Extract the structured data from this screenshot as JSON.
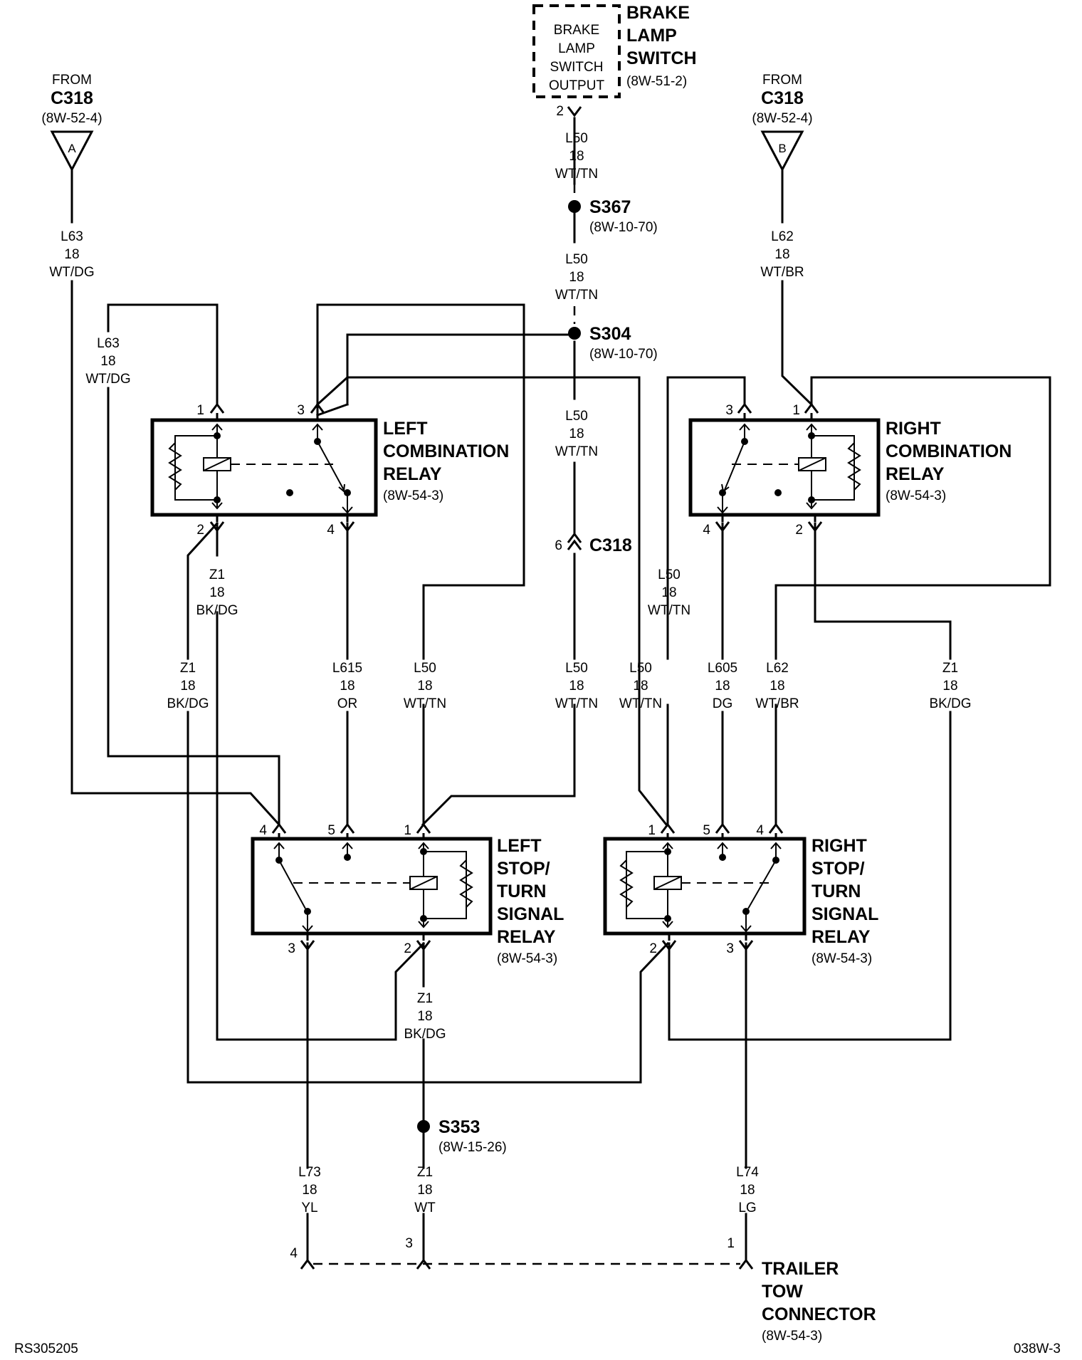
{
  "brake_switch": {
    "box_lines": [
      "BRAKE",
      "LAMP",
      "SWITCH",
      "OUTPUT"
    ],
    "title_lines": [
      "BRAKE",
      "LAMP",
      "SWITCH"
    ],
    "ref": "(8W-51-2)",
    "pin": "2"
  },
  "from_left": {
    "from": "FROM",
    "conn": "C318",
    "ref": "(8W-52-4)",
    "letter": "A"
  },
  "from_right": {
    "from": "FROM",
    "conn": "C318",
    "ref": "(8W-52-4)",
    "letter": "B"
  },
  "splices": {
    "s367": {
      "name": "S367",
      "ref": "(8W-10-70)"
    },
    "s304": {
      "name": "S304",
      "ref": "(8W-10-70)"
    },
    "s353": {
      "name": "S353",
      "ref": "(8W-15-26)"
    }
  },
  "c318": {
    "name": "C318",
    "pin": "6"
  },
  "wires": {
    "l50_a": [
      "L50",
      "18",
      "WT/TN"
    ],
    "l50_b": [
      "L50",
      "18",
      "WT/TN"
    ],
    "l50_c": [
      "L50",
      "18",
      "WT/TN"
    ],
    "l50_d": [
      "L50",
      "18",
      "WT/TN"
    ],
    "l50_e": [
      "L50",
      "18",
      "WT/TN"
    ],
    "l50_f": [
      "L50",
      "18",
      "WT/TN"
    ],
    "l50_g": [
      "L50",
      "18",
      "WT/TN"
    ],
    "l63_a": [
      "L63",
      "18",
      "WT/DG"
    ],
    "l63_b": [
      "L63",
      "18",
      "WT/DG"
    ],
    "l62_a": [
      "L62",
      "18",
      "WT/BR"
    ],
    "l62_b": [
      "L62",
      "18",
      "WT/BR"
    ],
    "z1_a": [
      "Z1",
      "18",
      "BK/DG"
    ],
    "z1_b": [
      "Z1",
      "18",
      "BK/DG"
    ],
    "z1_c": [
      "Z1",
      "18",
      "BK/DG"
    ],
    "z1_d": [
      "Z1",
      "18",
      "BK/DG"
    ],
    "z1_e": [
      "Z1",
      "18",
      "WT"
    ],
    "l615": [
      "L615",
      "18",
      "OR"
    ],
    "l605": [
      "L605",
      "18",
      "DG"
    ],
    "l73": [
      "L73",
      "18",
      "YL"
    ],
    "l74": [
      "L74",
      "18",
      "LG"
    ]
  },
  "relays": {
    "left_comb": {
      "lines": [
        "LEFT",
        "COMBINATION",
        "RELAY"
      ],
      "ref": "(8W-54-3)",
      "pins": [
        "1",
        "3",
        "2",
        "4"
      ]
    },
    "right_comb": {
      "lines": [
        "RIGHT",
        "COMBINATION",
        "RELAY"
      ],
      "ref": "(8W-54-3)",
      "pins": [
        "3",
        "1",
        "4",
        "2"
      ]
    },
    "left_stop": {
      "lines": [
        "LEFT",
        "STOP/",
        "TURN",
        "SIGNAL",
        "RELAY"
      ],
      "ref": "(8W-54-3)",
      "pins": [
        "4",
        "5",
        "1",
        "3",
        "2"
      ]
    },
    "right_stop": {
      "lines": [
        "RIGHT",
        "STOP/",
        "TURN",
        "SIGNAL",
        "RELAY"
      ],
      "ref": "(8W-54-3)",
      "pins": [
        "1",
        "5",
        "4",
        "2",
        "3"
      ]
    }
  },
  "trailer": {
    "lines": [
      "TRAILER",
      "TOW",
      "CONNECTOR"
    ],
    "ref": "(8W-54-3)",
    "pins": [
      "4",
      "3",
      "1"
    ]
  },
  "footer": {
    "left": "RS305205",
    "right": "038W-3"
  }
}
